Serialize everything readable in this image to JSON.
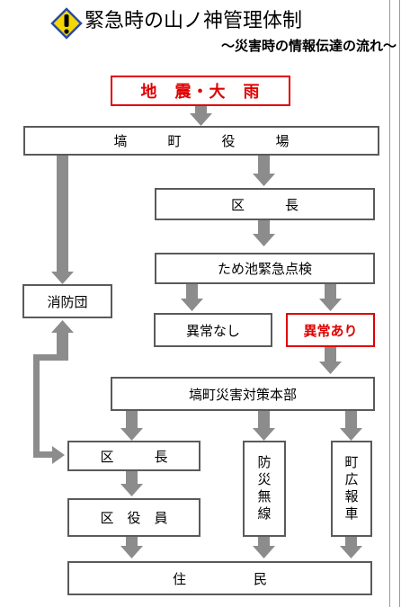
{
  "header": {
    "title": "緊急時の山ノ神管理体制",
    "subtitle": "～災害時の情報伝達の流れ～"
  },
  "nodes": {
    "trigger": "地　震・大　雨",
    "town_office": "塙　　　町　　　役　　　場",
    "ward_head_top": "区　　　長",
    "pond_inspection": "ため池緊急点検",
    "no_abnormality": "異常なし",
    "abnormality": "異常あり",
    "fire_brigade": "消防団",
    "disaster_hq": "塙町災害対策本部",
    "ward_head_bottom": "区　　　長",
    "ward_officers": "区　役　員",
    "disaster_radio": "防災無線",
    "pr_vehicle": "町広報車",
    "residents": "住　　　　　民"
  },
  "colors": {
    "arrow": "#8c8c8c",
    "box_border": "#5a5a5a",
    "alert_red": "#e00000",
    "warning_yellow": "#f5d800"
  },
  "icons": {
    "warning": "warning-diamond-icon"
  }
}
